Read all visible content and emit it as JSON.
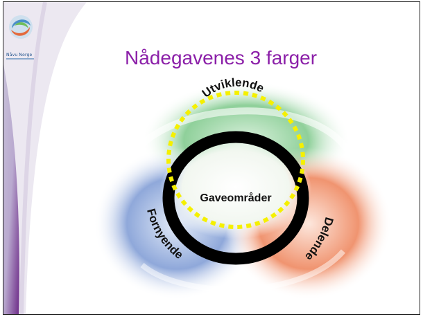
{
  "logo": {
    "text": "Nåvu Norge",
    "icon": "swirl-logo-icon"
  },
  "title": "Nådegavenes 3 farger",
  "diagram": {
    "top_label": "Utviklende",
    "center_label": "Gaveområder",
    "left_label": "Fornyende",
    "right_label": "Delende",
    "colors": {
      "title": "#8b1fa8",
      "ring": "#000000",
      "dotted_ring": "#f5f000",
      "green": "#6fbf7a",
      "blue": "#6b8fcf",
      "red": "#e8704a"
    }
  }
}
